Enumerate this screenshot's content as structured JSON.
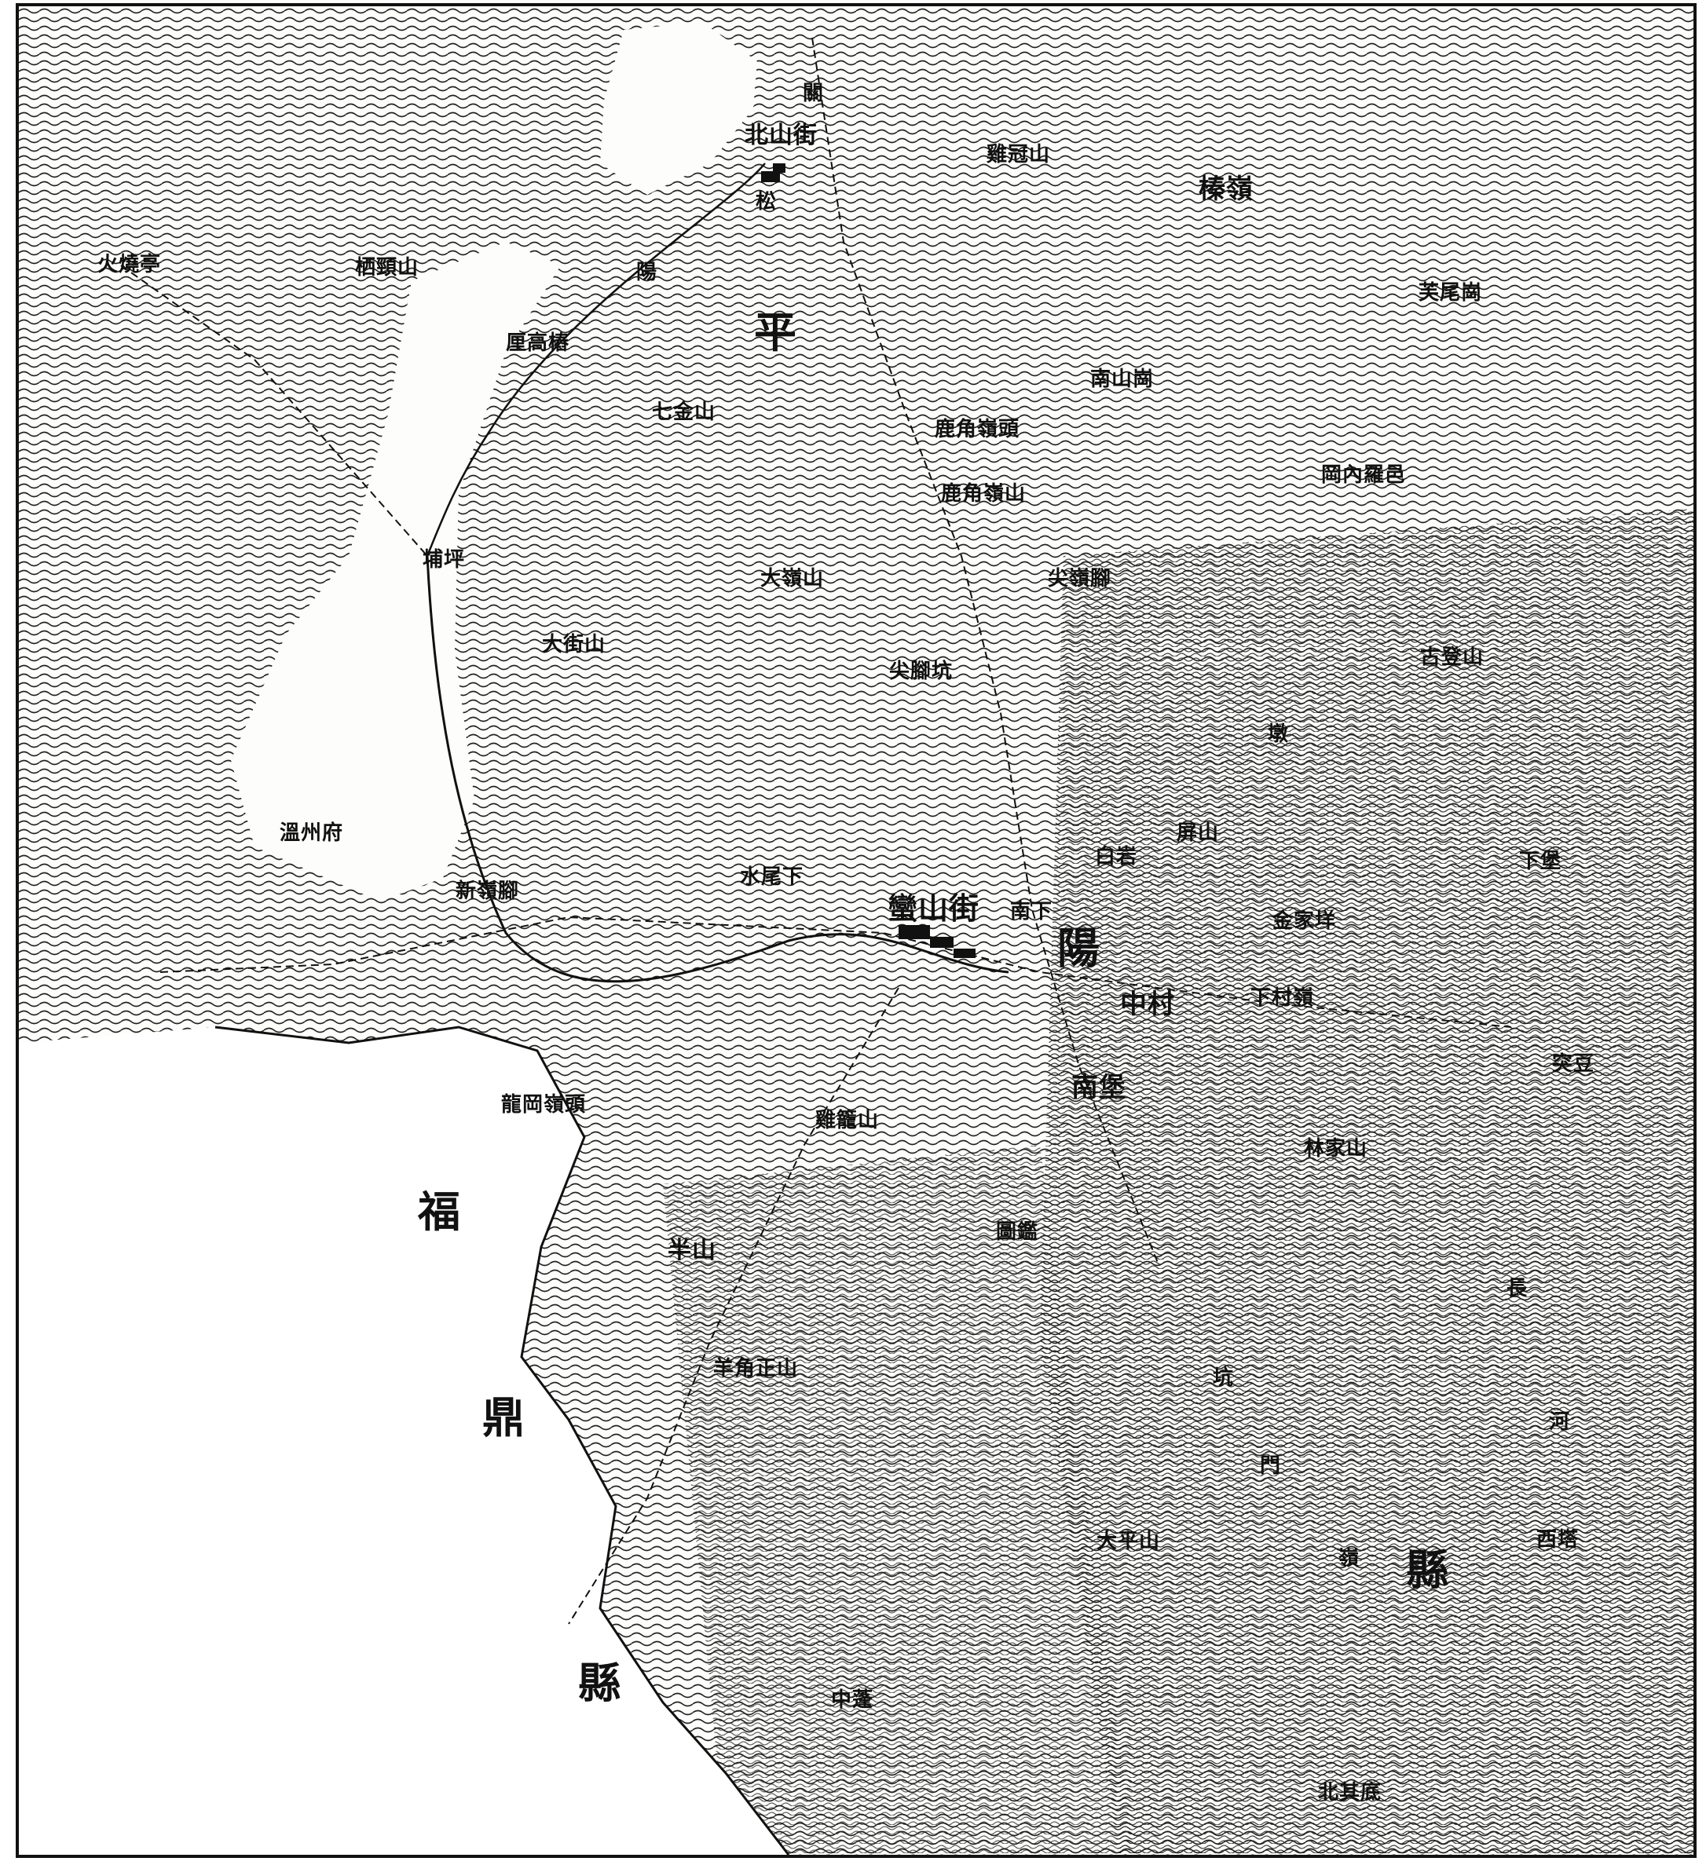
{
  "colors": {
    "ink": "#111111",
    "paper": "#fdfdfb",
    "sea": "#ffffff"
  },
  "regions": {
    "ping": "平",
    "yang": "陽",
    "fu": "福",
    "ding": "鼎",
    "xian_west": "縣",
    "xian_east": "縣"
  },
  "places": {
    "guan": "關",
    "beishanjie": "北山街",
    "song": "松",
    "jiguanshan": "雞冠山",
    "zhenling": "榛嶺",
    "huoshaoting": "火燒亭",
    "qijingshan": "栖頸山",
    "yang_char": "陽",
    "wuweigang": "芙尾崗",
    "ligao": "厘高樁",
    "nanshangang": "南山崗",
    "qijinshan": "七金山",
    "lujiaolingtou": "鹿角嶺頭",
    "gangneiyang": "岡內羅邑",
    "lujiaolingshan": "鹿角嶺山",
    "pu_ping": "埔坪",
    "jianlingjiao": "尖嶺腳",
    "daxianshan": "大嶺山",
    "gudengshan": "古登山",
    "dajieshan": "大街山",
    "jianjiaokeng": "尖腳坑",
    "dun": "墩",
    "pingshan": "屏山",
    "wenzhoufu": "溫州府",
    "baiyan": "白岩",
    "xiabao": "下堡",
    "shuiweixia": "水尾下",
    "xinlingjiao": "新嶺腳",
    "shanjie": "蠻山街",
    "nanxia": "南下",
    "jinjiayang": "金家垟",
    "zhongcun": "中村",
    "xiacunling": "下村嶺",
    "nanbao": "南堡",
    "tudou": "突豆",
    "longgangling": "龍岡嶺頭",
    "jilongshan": "雞籠山",
    "linjiashan": "林家山",
    "tujian": "圖鑑",
    "banshan": "半山",
    "chang": "長",
    "keng": "坑",
    "yangjiao": "羊角正山",
    "he": "河",
    "men": "門",
    "xita": "西塔",
    "dapingshan": "大平山",
    "ling_char": "嶺",
    "zhongpeng": "中蓬",
    "beiqi": "北其底"
  }
}
